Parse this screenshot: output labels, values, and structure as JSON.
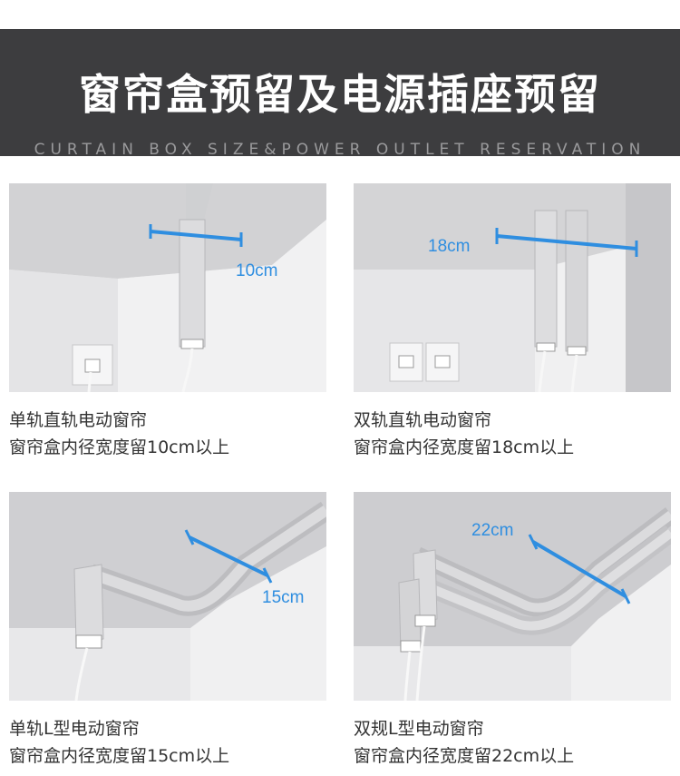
{
  "header": {
    "title": "窗帘盒预留及电源插座预留",
    "subtitle": "CURTAIN BOX SIZE&POWER OUTLET RESERVATION"
  },
  "colors": {
    "header_bg": "#3d3d3f",
    "accent": "#2f8ee0",
    "text": "#333333"
  },
  "cards": [
    {
      "line1": "单轨直轨电动窗帘",
      "line2": "窗帘盒内径宽度留10cm以上",
      "dimension": "10cm"
    },
    {
      "line1": "双轨直轨电动窗帘",
      "line2": "窗帘盒内径宽度留18cm以上",
      "dimension": "18cm"
    },
    {
      "line1": "单轨L型电动窗帘",
      "line2": "窗帘盒内径宽度留15cm以上",
      "dimension": "15cm"
    },
    {
      "line1": "双规L型电动窗帘",
      "line2": "窗帘盒内径宽度留22cm以上",
      "dimension": "22cm"
    }
  ]
}
